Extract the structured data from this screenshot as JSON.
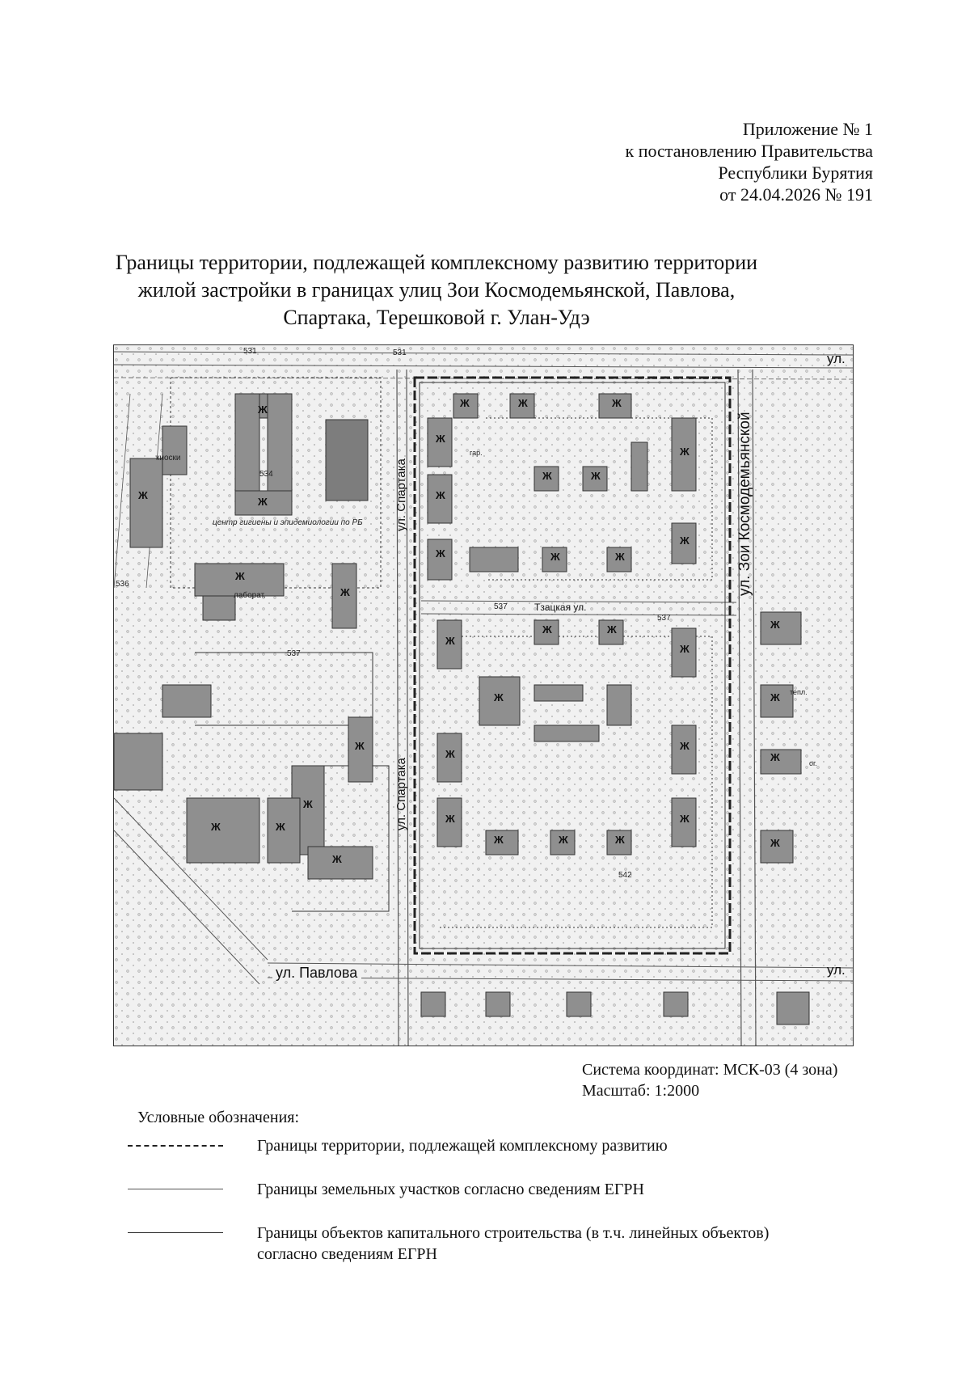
{
  "annex": {
    "line1": "Приложение № 1",
    "line2": "к постановлению Правительства",
    "line3": "Республики Бурятия",
    "line4": "от 24.04.2026 № 191"
  },
  "title": {
    "line1": "Границы территории, подлежащей комплексному развитию территории",
    "line2": "жилой застройки в границах улиц Зои Космодемьянской, Павлова,",
    "line3": "Спартака, Терешковой г. Улан-Удэ"
  },
  "map": {
    "streets": {
      "kosmodemyanskoy": "ул. Зои Космодемьянской",
      "spartaka_upper": "ул. Спартака",
      "spartaka_lower": "ул. Спартака",
      "pavlova": "ул. Павлова",
      "tsatskaya": "Тзацкая ул.",
      "ul_top": "ул.",
      "ul_bottom": "ул."
    },
    "labels": {
      "center": "центр гигиены и эпидемиологии по РБ",
      "lab": "лаборат.",
      "kiosk": "киоски",
      "building_mark": "Ж",
      "garage": "гар.",
      "og": "ог.",
      "tepl": "тепл."
    },
    "elevations": [
      "531",
      "531",
      "534",
      "536",
      "537",
      "537",
      "537",
      "542"
    ],
    "colors": {
      "building": "#8f8f8f",
      "boundary": "#222222",
      "background": "#f1f1f1"
    }
  },
  "meta": {
    "coord_system": "Система координат: МСК-03 (4 зона)",
    "scale": "Масштаб: 1:2000"
  },
  "legend": {
    "heading": "Условные обозначения:",
    "items": [
      {
        "style": "dashed",
        "label": "Границы территории, подлежащей комплексному развитию"
      },
      {
        "style": "thin",
        "label": "Границы земельных участков согласно сведениям ЕГРН"
      },
      {
        "style": "solid",
        "label": "Границы объектов капитального строительства (в т.ч. линейных объектов) согласно сведениям ЕГРН"
      }
    ]
  }
}
